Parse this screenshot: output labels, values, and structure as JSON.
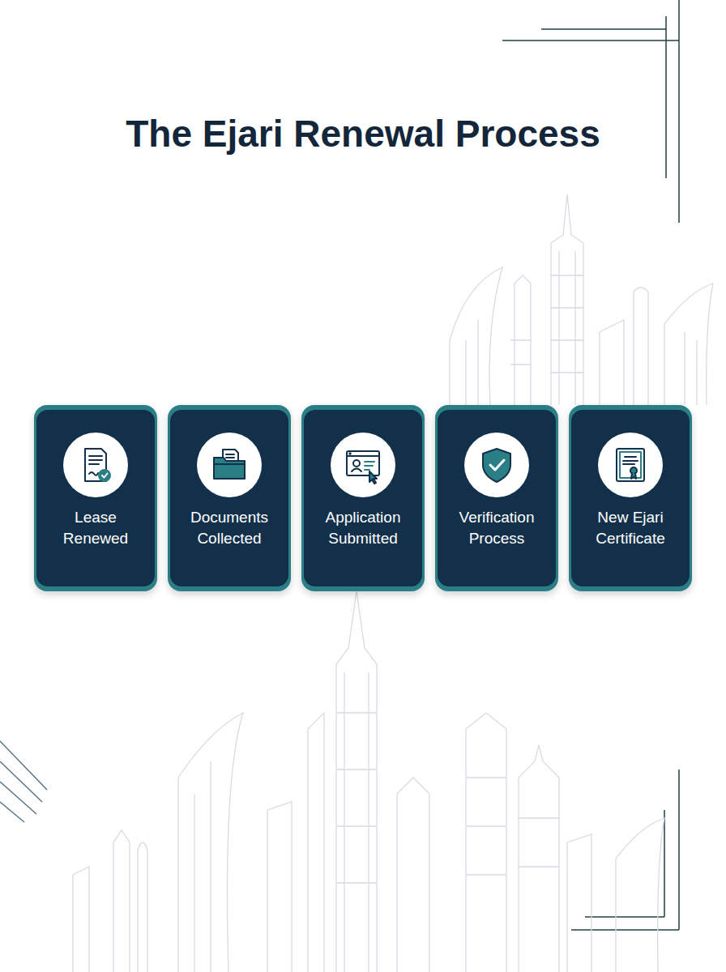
{
  "diagram": {
    "title": "The Ejari Renewal Process",
    "nodes": [
      {
        "text": [
          "Lease Renewed"
        ]
      },
      {
        "text": [
          "Documents Collected"
        ]
      },
      {
        "text": [
          "Application Submitted"
        ]
      },
      {
        "text": [
          "Verification Process"
        ]
      },
      {
        "text": [
          "New Ejari Certificate"
        ]
      }
    ]
  }
}
